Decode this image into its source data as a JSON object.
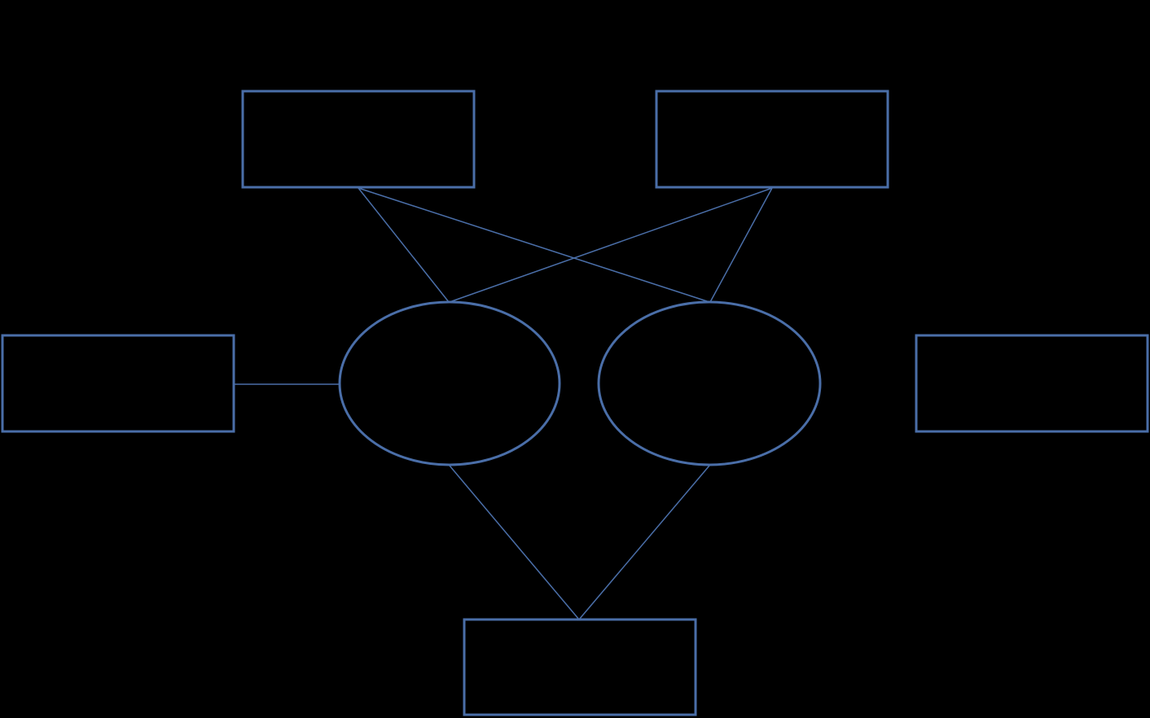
{
  "diagram": {
    "background_color": "#000000",
    "stroke_color": "#4a6ea8",
    "nodes": [
      {
        "id": "box-top-left",
        "shape": "rectangle",
        "label": ""
      },
      {
        "id": "box-top-right",
        "shape": "rectangle",
        "label": ""
      },
      {
        "id": "box-middle-left",
        "shape": "rectangle",
        "label": ""
      },
      {
        "id": "ellipse-left",
        "shape": "ellipse",
        "label": ""
      },
      {
        "id": "ellipse-right",
        "shape": "ellipse",
        "label": ""
      },
      {
        "id": "box-middle-right",
        "shape": "rectangle",
        "label": ""
      },
      {
        "id": "box-bottom",
        "shape": "rectangle",
        "label": ""
      }
    ],
    "edges": [
      {
        "from": "box-top-left",
        "to": "ellipse-left"
      },
      {
        "from": "box-top-left",
        "to": "ellipse-right"
      },
      {
        "from": "box-top-right",
        "to": "ellipse-left"
      },
      {
        "from": "box-top-right",
        "to": "ellipse-right"
      },
      {
        "from": "box-middle-left",
        "to": "ellipse-left"
      },
      {
        "from": "ellipse-left",
        "to": "box-bottom"
      },
      {
        "from": "ellipse-right",
        "to": "box-bottom"
      }
    ]
  }
}
